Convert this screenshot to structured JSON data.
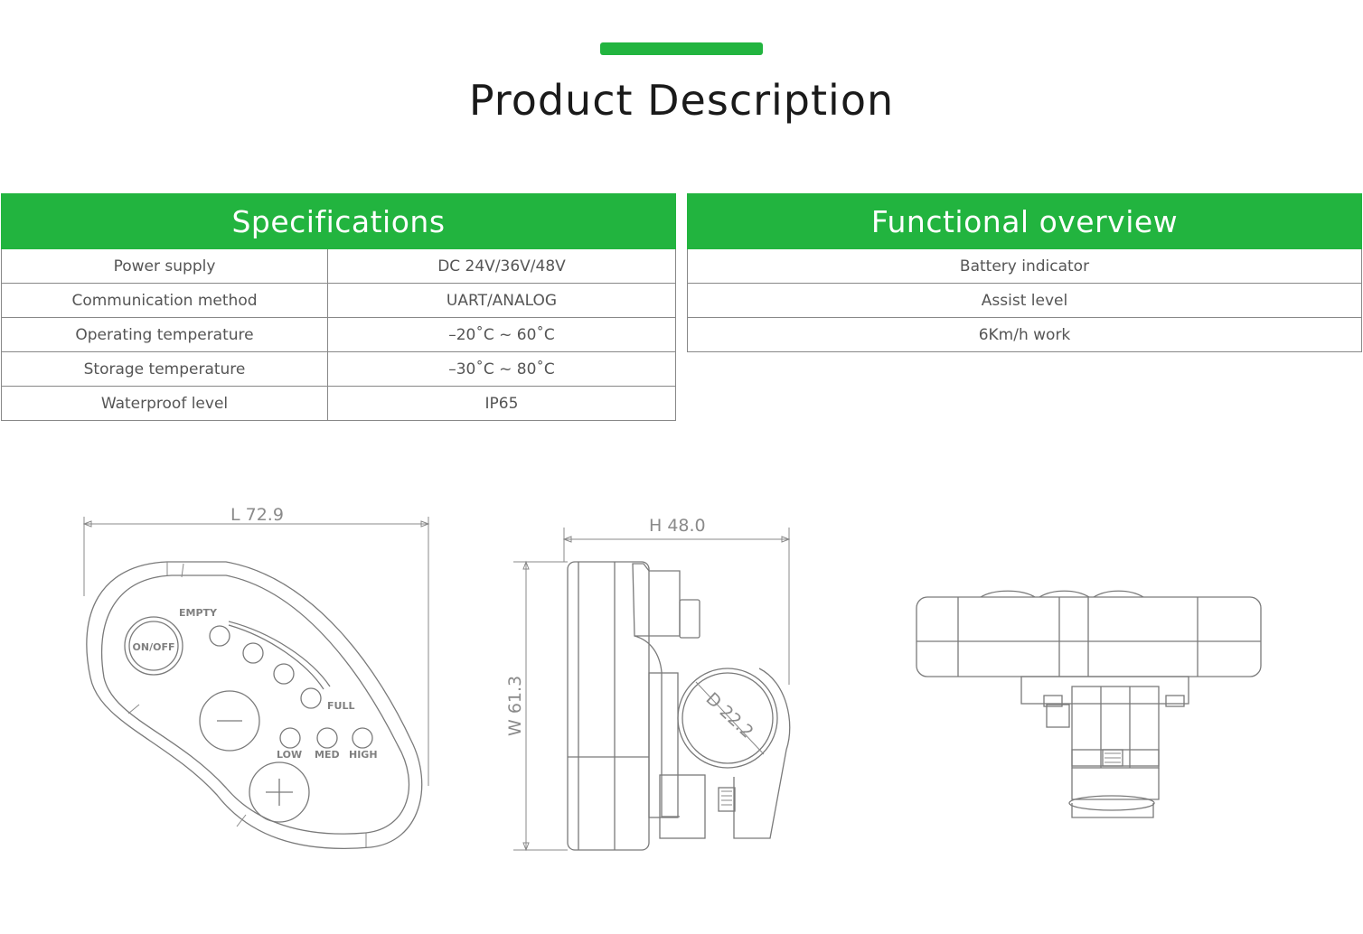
{
  "header": {
    "title": "Product Description"
  },
  "specifications": {
    "heading": "Specifications",
    "rows": [
      {
        "label": "Power supply",
        "value": "DC 24V/36V/48V"
      },
      {
        "label": "Communication method",
        "value": "UART/ANALOG"
      },
      {
        "label": "Operating temperature",
        "value": "–20˚C ~ 60˚C"
      },
      {
        "label": "Storage temperature",
        "value": "–30˚C ~ 80˚C"
      },
      {
        "label": "Waterproof level",
        "value": "IP65"
      }
    ]
  },
  "functional_overview": {
    "heading": "Functional overview",
    "items": [
      "Battery indicator",
      "Assist level",
      "6Km/h work"
    ]
  },
  "drawings": {
    "front": {
      "dimension": "L 72.9",
      "button_power": "ON/OFF",
      "label_empty": "EMPTY",
      "label_full": "FULL",
      "label_low": "LOW",
      "label_med": "MED",
      "label_high": "HIGH"
    },
    "side": {
      "dimension_h": "H 48.0",
      "dimension_w": "W 61.3",
      "dimension_d": "D 22.2"
    }
  },
  "colors": {
    "accent": "#22b43f",
    "line": "#7a7a7a"
  }
}
